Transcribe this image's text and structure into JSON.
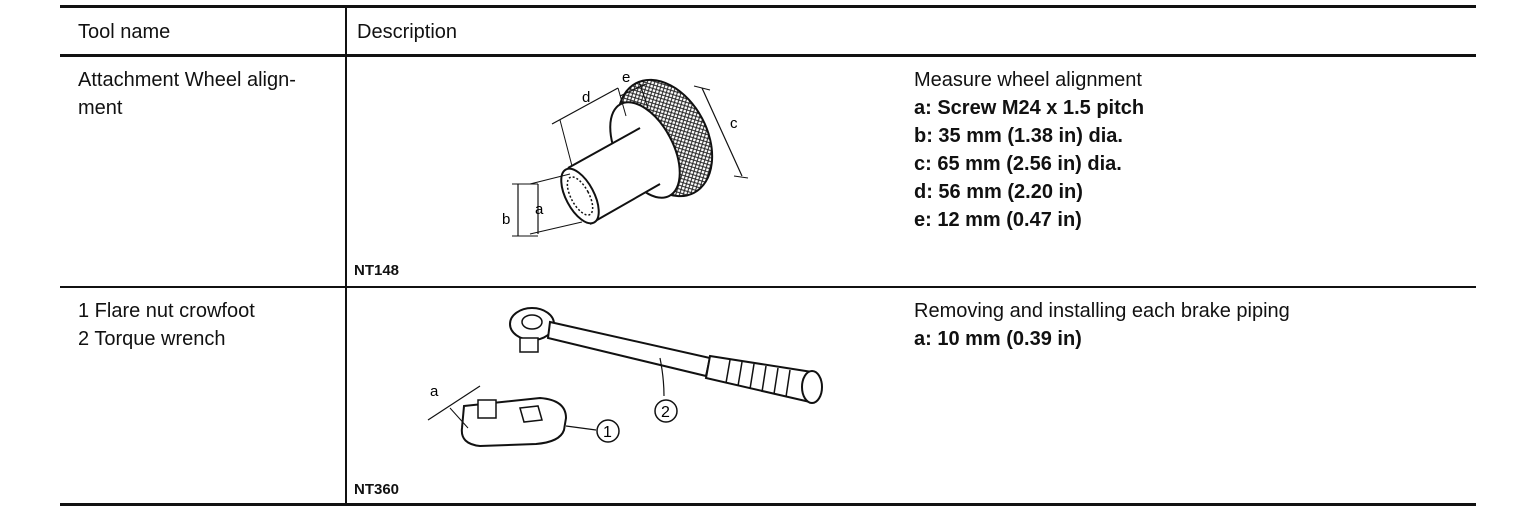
{
  "table": {
    "headers": {
      "tool_name": "Tool name",
      "description": "Description"
    },
    "rows": [
      {
        "tool_lines": [
          "Attachment Wheel align-",
          "ment"
        ],
        "code": "NT148",
        "description_title": "Measure wheel alignment",
        "specs": [
          "a: Screw M24 x 1.5 pitch",
          "b: 35 mm (1.38 in) dia.",
          "c: 65 mm (2.56 in) dia.",
          "d: 56 mm (2.20 in)",
          "e: 12 mm (0.47 in)"
        ],
        "figure_labels": {
          "a": "a",
          "b": "b",
          "c": "c",
          "d": "d",
          "e": "e"
        }
      },
      {
        "tool_lines": [
          "1 Flare nut crowfoot",
          "2 Torque wrench"
        ],
        "code": "NT360",
        "description_title": "Removing and installing each brake piping",
        "specs": [
          "a: 10 mm (0.39 in)"
        ],
        "figure_labels": {
          "a": "a",
          "n1": "1",
          "n2": "2"
        }
      }
    ]
  }
}
